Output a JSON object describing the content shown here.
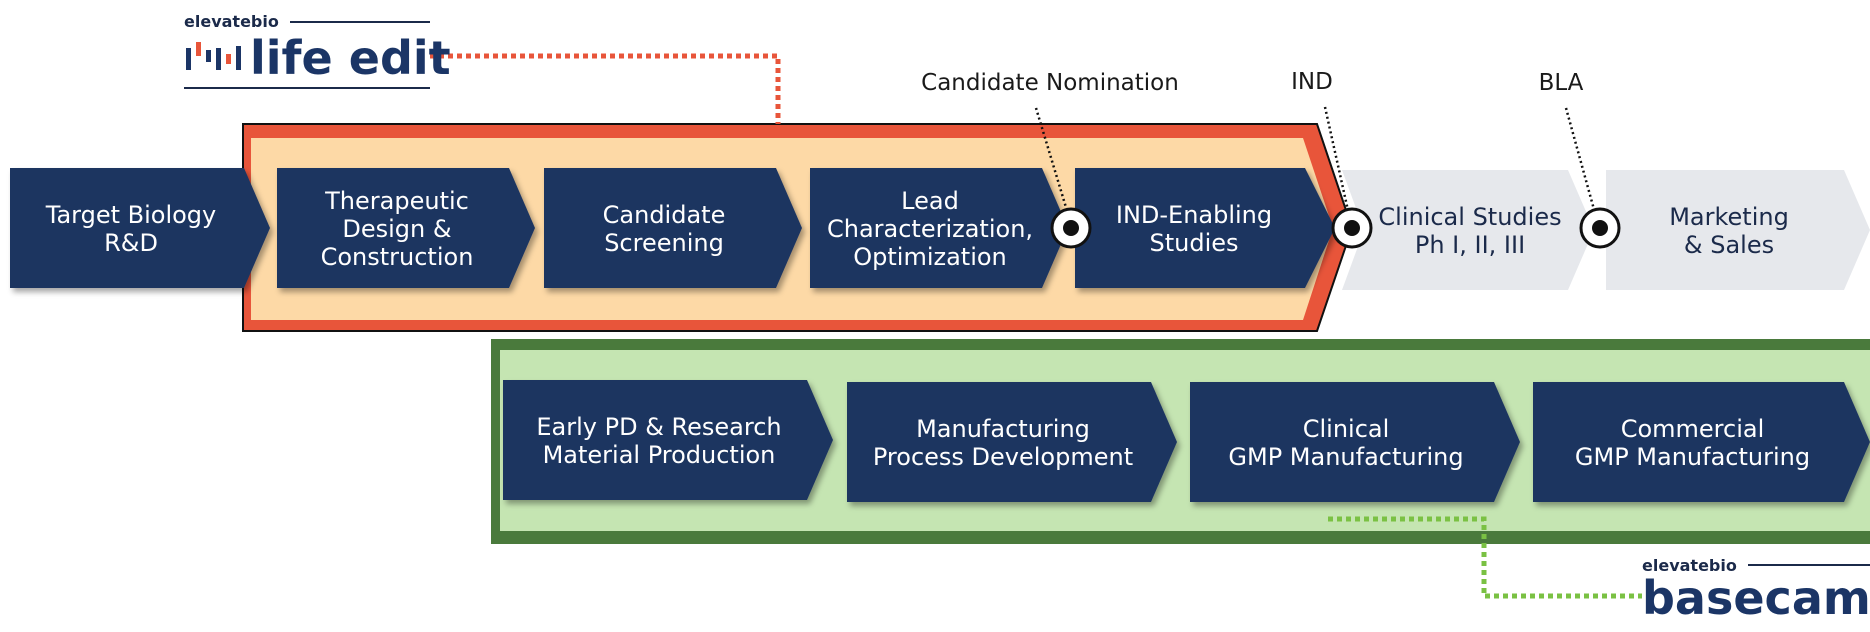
{
  "colors": {
    "navy": "#1d3461",
    "light_gray": "#e6e8ec",
    "life_edit_band_outer": "#e8553a",
    "life_edit_band_inner": "#fdd9a6",
    "basecamp_band_outer": "#4a7a3c",
    "basecamp_band_inner": "#c5e5b2",
    "life_edit_connector": "#e8553a",
    "basecamp_connector": "#7ac143"
  },
  "logos": {
    "life_edit": {
      "parent": "elevatebio",
      "name": "life edit"
    },
    "basecamp": {
      "parent": "elevatebio",
      "name": "basecamp"
    }
  },
  "milestones": [
    {
      "label": "Candidate Nomination"
    },
    {
      "label": "IND"
    },
    {
      "label": "BLA"
    }
  ],
  "stages_top": [
    {
      "lines": [
        "Target Biology",
        "R&D"
      ]
    },
    {
      "lines": [
        "Therapeutic",
        "Design &",
        "Construction"
      ]
    },
    {
      "lines": [
        "Candidate",
        "Screening"
      ]
    },
    {
      "lines": [
        "Lead",
        "Characterization,",
        "Optimization"
      ]
    },
    {
      "lines": [
        "IND-Enabling",
        "Studies"
      ]
    },
    {
      "lines": [
        "Clinical Studies",
        "Ph I, II, III"
      ]
    },
    {
      "lines": [
        "Marketing",
        "& Sales"
      ]
    }
  ],
  "stages_bottom": [
    {
      "lines": [
        "Early PD & Research",
        "Material Production"
      ]
    },
    {
      "lines": [
        "Manufacturing",
        "Process Development"
      ]
    },
    {
      "lines": [
        "Clinical",
        "GMP Manufacturing"
      ]
    },
    {
      "lines": [
        "Commercial",
        "GMP Manufacturing"
      ]
    }
  ]
}
